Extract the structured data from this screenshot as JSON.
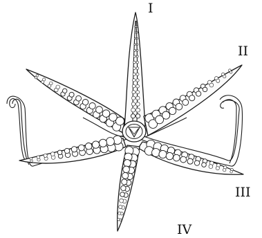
{
  "figure": {
    "arm_labels": {
      "I": "I",
      "II": "II",
      "III": "III",
      "IV": "IV"
    }
  }
}
